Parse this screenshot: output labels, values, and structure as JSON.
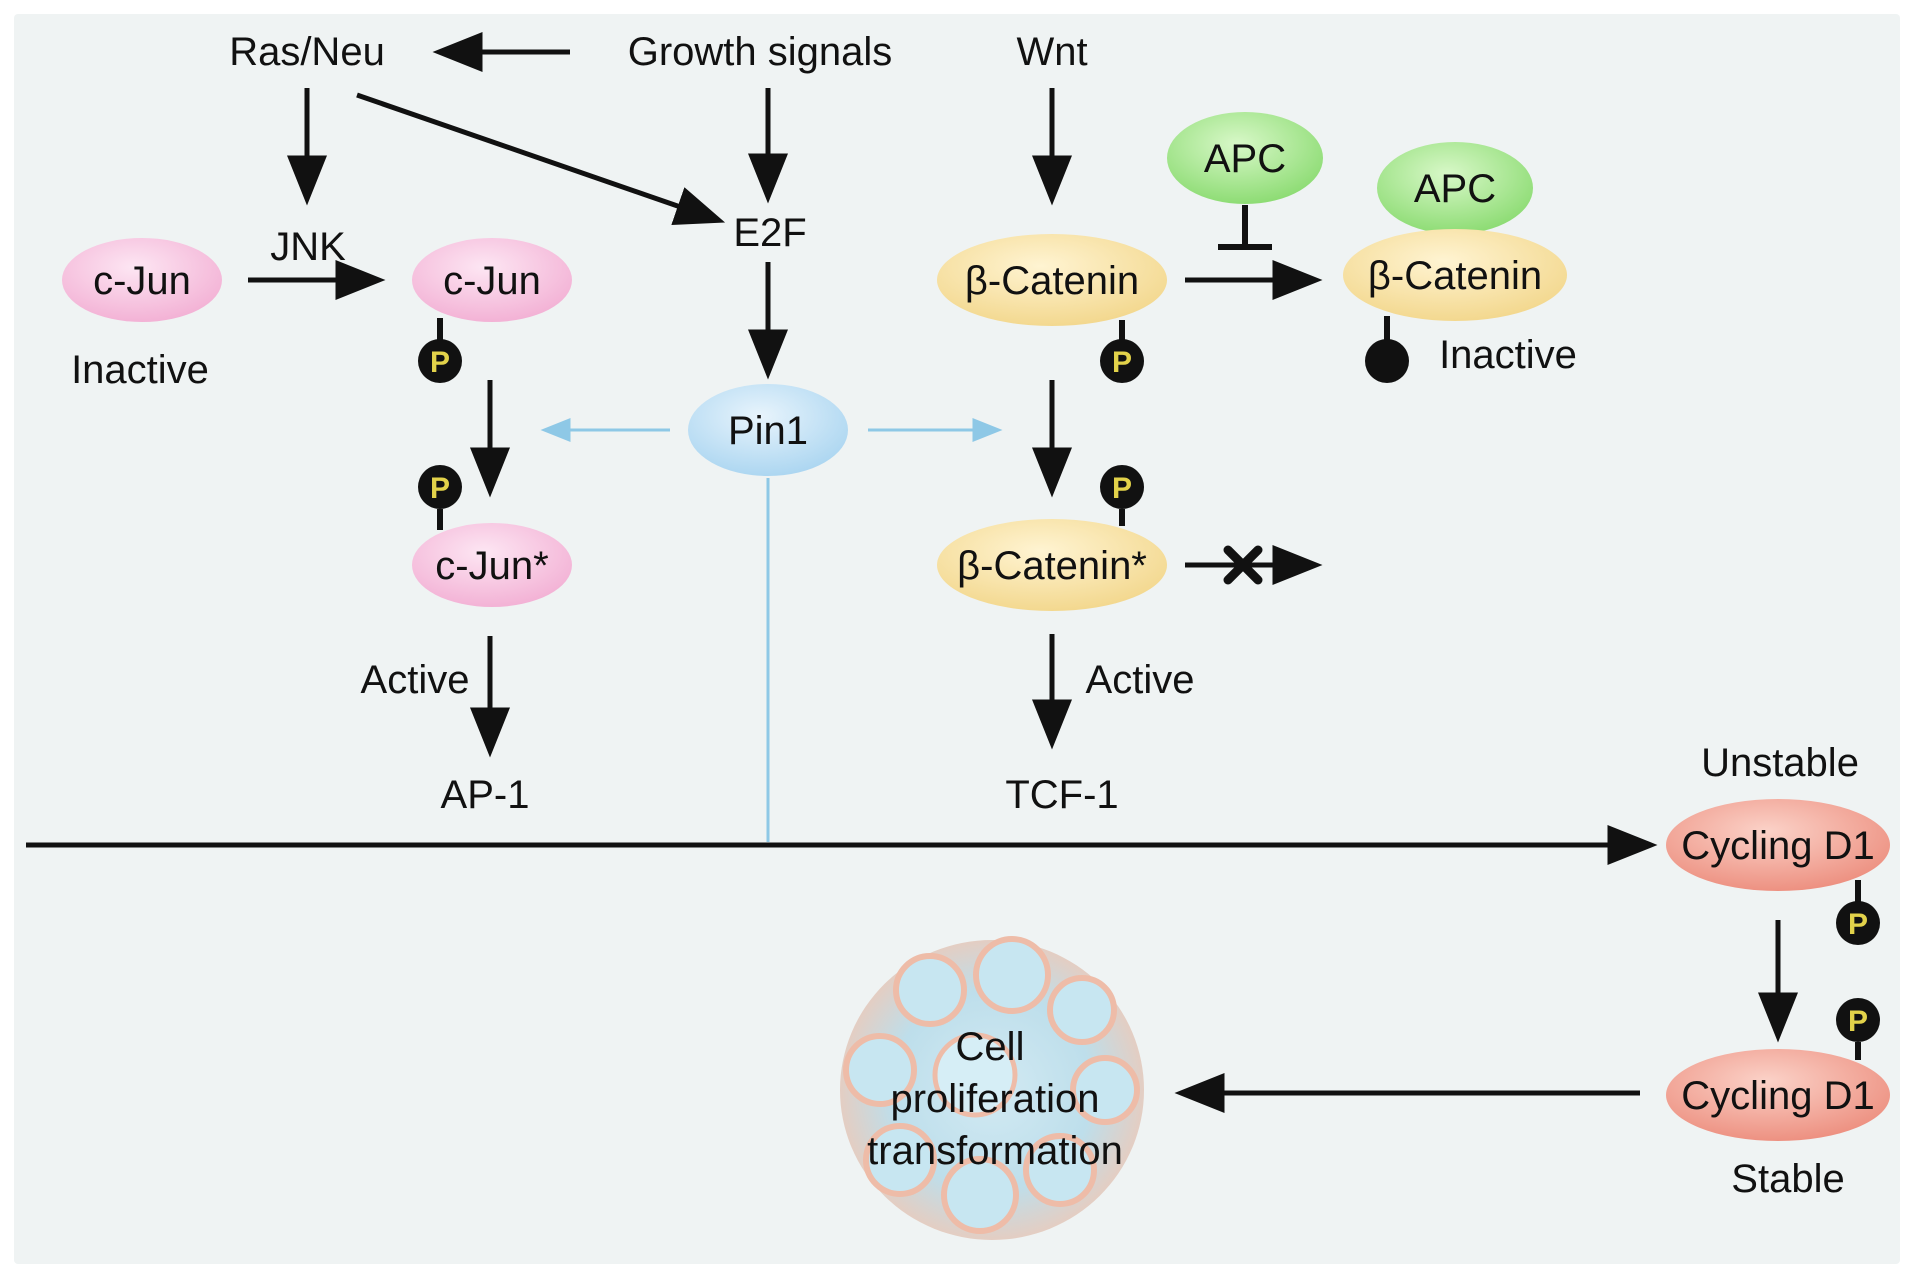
{
  "labels": {
    "ras_neu": "Ras/Neu",
    "growth_signals": "Growth signals",
    "wnt": "Wnt",
    "jnk": "JNK",
    "e2f": "E2F",
    "inactive_left": "Inactive",
    "inactive_right": "Inactive",
    "active_left": "Active",
    "active_right": "Active",
    "ap1": "AP-1",
    "tcf1": "TCF-1",
    "unstable": "Unstable",
    "stable": "Stable",
    "cell_line1": "Cell",
    "cell_line2": "proliferation",
    "cell_line3": "transformation"
  },
  "nodes": {
    "cjun_inactive": "c-Jun",
    "cjun_p": "c-Jun",
    "cjun_active": "c-Jun*",
    "pin1": "Pin1",
    "bcat": "β-Catenin",
    "bcat_inactive": "β-Catenin",
    "bcat_active": "β-Catenin*",
    "apc_inhibitor": "APC",
    "apc_bound": "APC",
    "cyclin_unstable": "Cycling D1",
    "cyclin_stable": "Cycling D1"
  },
  "phospho": "P",
  "colors": {
    "cjun": "#f6c0de",
    "catenin": "#f6e2a4",
    "apc": "#a6e68e",
    "pin1": "#c4e2f6",
    "cyclin": "#f2a698",
    "pin1_arrow": "#8ec8e6",
    "arrow": "#111111",
    "phospho_fill": "#111111",
    "phospho_text": "#e2d24a"
  }
}
